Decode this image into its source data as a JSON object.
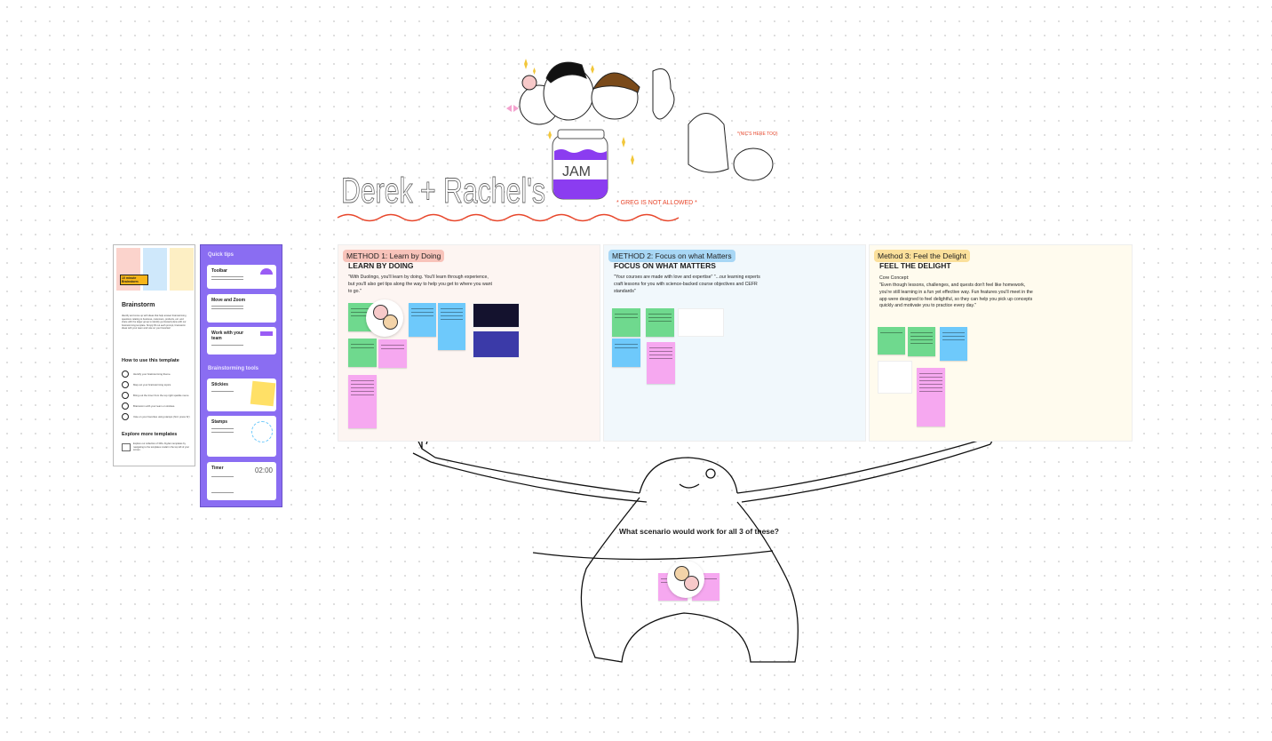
{
  "board": {
    "title_drawing": "Derek + Rachel's",
    "jar_label": "JAM",
    "note_greg": "* GREG IS NOT ALLOWED *",
    "note_nic": "*(NIC'S HERE TOO)",
    "question": "What scenario would work for all 3 of these?"
  },
  "template_card": {
    "badge": "10 minute Brainstorm",
    "title": "Brainstorm",
    "intro": "Identify and come up with ideas that help answer brainstorming questions relating to business, customers, products, etc. and share with the larger group to identify go-forward plans with our brainstorming template. Simply fill out each prompt, brainstorm ideas with your team and vote on your favorites!",
    "how_title": "How to use this template",
    "steps": [
      "Identify your brainstorming theme.",
      "Map out your brainstorming topics.",
      "Bring out the timer from the top right sparkle menu.",
      "Brainstorm with your team on stickies.",
      "Vote on your favorites using stamps (hint: press 'E')"
    ],
    "explore_title": "Explore more templates",
    "explore_text": "Explore our collection of 300+ FigJam templates by navigating to the templates modal in the top left of your screen."
  },
  "quick_tips": {
    "title": "Quick tips",
    "cards": [
      "Toolbar",
      "Move and Zoom",
      "Work with your team"
    ],
    "tools_title": "Brainstorming tools",
    "tools": [
      "Stickies",
      "Stamps",
      "Timer"
    ],
    "timer_value": "02:00"
  },
  "sections": [
    {
      "label": "METHOD 1: Learn by Doing",
      "title": "LEARN BY DOING",
      "body": "\"With Duolingo, you'll learn by doing. You'll learn through experience, but you'll also get tips along the way to help you get to where you want to go.\"",
      "bg": "#fdf5f2",
      "label_bg": "#f8c3ba"
    },
    {
      "label": "METHOD 2: Focus on what Matters",
      "title": "FOCUS ON WHAT MATTERS",
      "body": "\"Your courses are made with love and expertise\" \"...our learning experts craft lessons for you with science-backed course objectives and CEFR standards\"",
      "bg": "#f1f8fc",
      "label_bg": "#a8d7f5"
    },
    {
      "label": "Method 3: Feel the Delight",
      "title": "FEEL THE DELIGHT",
      "body_label": "Core Concept:",
      "body": "\"Even though lessons, challenges, and quests don't feel like homework, you're still learning in a fun yet effective way. Fun features you'll meet in the app were designed to feel delightful, so they can help you pick up concepts quickly and motivate you to practice every day.\"",
      "bg": "#fffbee",
      "label_bg": "#fbe09b"
    }
  ],
  "colors": {
    "sticky_green": "#6fd98e",
    "sticky_blue": "#6ec9fb",
    "sticky_pink": "#f6a8f0",
    "purple_panel": "#8a6df2",
    "red_ink": "#e8472c",
    "jam_purple": "#8b3cf0"
  }
}
